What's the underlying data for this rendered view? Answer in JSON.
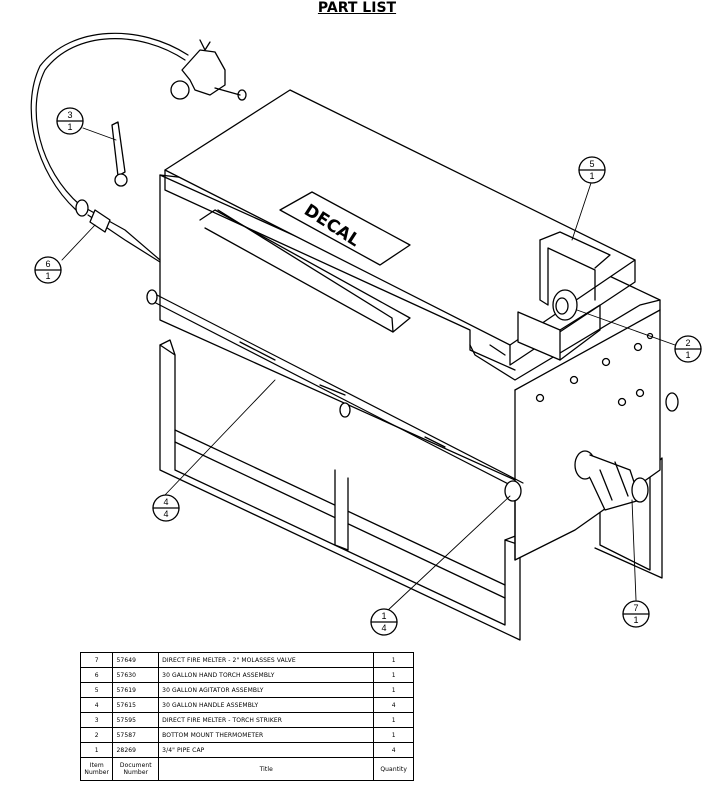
{
  "title": "PART LIST",
  "decal": "DECAL",
  "balloons": [
    {
      "item": "1",
      "qty": "4"
    },
    {
      "item": "2",
      "qty": "1"
    },
    {
      "item": "3",
      "qty": "1"
    },
    {
      "item": "4",
      "qty": "4"
    },
    {
      "item": "5",
      "qty": "1"
    },
    {
      "item": "6",
      "qty": "1"
    },
    {
      "item": "7",
      "qty": "1"
    }
  ],
  "table": {
    "headers": {
      "item": "Item Number",
      "doc": "Document Number",
      "title": "Title",
      "qty": "Quantity"
    },
    "rows": [
      {
        "item": "7",
        "doc": "57649",
        "title": "DIRECT FIRE MELTER - 2\" MOLASSES VALVE",
        "qty": "1"
      },
      {
        "item": "6",
        "doc": "57630",
        "title": "30 GALLON HAND TORCH ASSEMBLY",
        "qty": "1"
      },
      {
        "item": "5",
        "doc": "57619",
        "title": "30 GALLON AGITATOR ASSEMBLY",
        "qty": "1"
      },
      {
        "item": "4",
        "doc": "57615",
        "title": "30 GALLON HANDLE ASSEMBLY",
        "qty": "4"
      },
      {
        "item": "3",
        "doc": "57595",
        "title": "DIRECT FIRE MELTER - TORCH STRIKER",
        "qty": "1"
      },
      {
        "item": "2",
        "doc": "57587",
        "title": "BOTTOM MOUNT THERMOMETER",
        "qty": "1"
      },
      {
        "item": "1",
        "doc": "28269",
        "title": "3/4\" PIPE CAP",
        "qty": "4"
      }
    ]
  }
}
